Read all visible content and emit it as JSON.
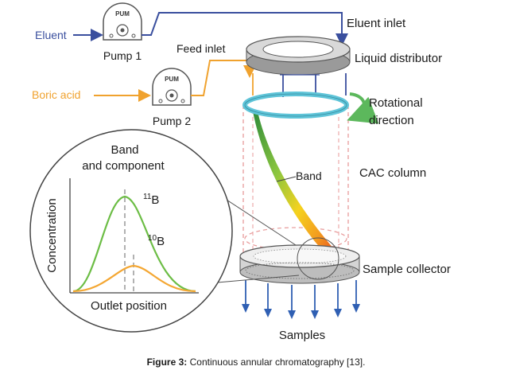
{
  "labels": {
    "eluent": "Eluent",
    "pump1": "Pump 1",
    "boric_acid": "Boric acid",
    "pump2": "Pump 2",
    "feed_inlet": "Feed inlet",
    "eluent_inlet": "Eluent inlet",
    "liquid_distributor": "Liquid distributor",
    "rotational_line1": "Rotational",
    "rotational_line2": "direction",
    "band": "Band",
    "cac_column": "CAC column",
    "sample_collector": "Sample collector",
    "samples": "Samples",
    "pump_word": "PUM"
  },
  "inset": {
    "title_line1": "Band",
    "title_line2": "and component",
    "ylabel": "Concentration",
    "xlabel": "Outlet position",
    "b11_sup": "11",
    "b11_base": "B",
    "b10_sup": "10",
    "b10_base": "B"
  },
  "caption": {
    "bold": "Figure 3:",
    "text": " Continuous annular chromatography [13]."
  },
  "colors": {
    "eluent_line": "#3a4f9e",
    "boric_line": "#f0a22e",
    "distributor_ring": "#5ec4d8",
    "rotation_arrow": "#5cb85c",
    "column_dash": "#e89a9a",
    "curve_11B": "#6cbd45",
    "curve_10B": "#f4a733",
    "sample_arrow": "#2f5fb3"
  }
}
